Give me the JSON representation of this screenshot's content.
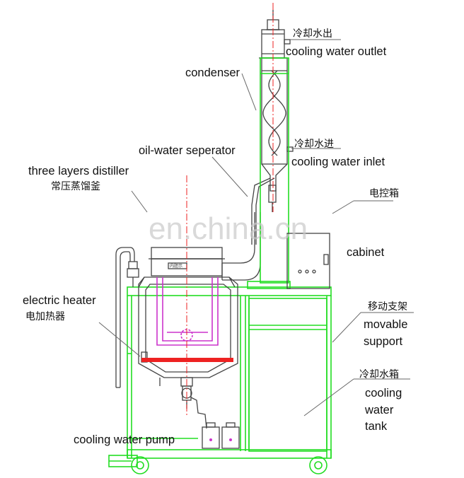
{
  "labels": {
    "cooling_water_outlet_cn": "冷却水出",
    "cooling_water_outlet": "cooling water outlet",
    "condenser": "condenser",
    "oil_water_separator": "oil-water seperator",
    "cooling_water_inlet_cn": "冷却水进",
    "cooling_water_inlet": "cooling water inlet",
    "three_layers_distiller": "three layers distiller",
    "three_layers_distiller_cn": "常压蒸馏釜",
    "control_box_cn": "电控箱",
    "cabinet": "cabinet",
    "electric_heater": "electric heater",
    "electric_heater_cn": "电加热器",
    "movable_support_cn": "移动支架",
    "movable_support_1": "movable",
    "movable_support_2": "support",
    "cooling_water_tank_cn": "冷却水箱",
    "cooling_water_tank_1": "cooling",
    "cooling_water_tank_2": "water",
    "cooling_water_tank_3": "tank",
    "cooling_water_pump": "cooling water pump",
    "kettle_plate": "内胆示"
  },
  "watermark": "en.china.cn",
  "colors": {
    "frame": "#22dd22",
    "vessel": "#444444",
    "basket": "#cc33cc",
    "heater": "#ee2222",
    "centerline": "#ee2222",
    "leader": "#666666"
  }
}
